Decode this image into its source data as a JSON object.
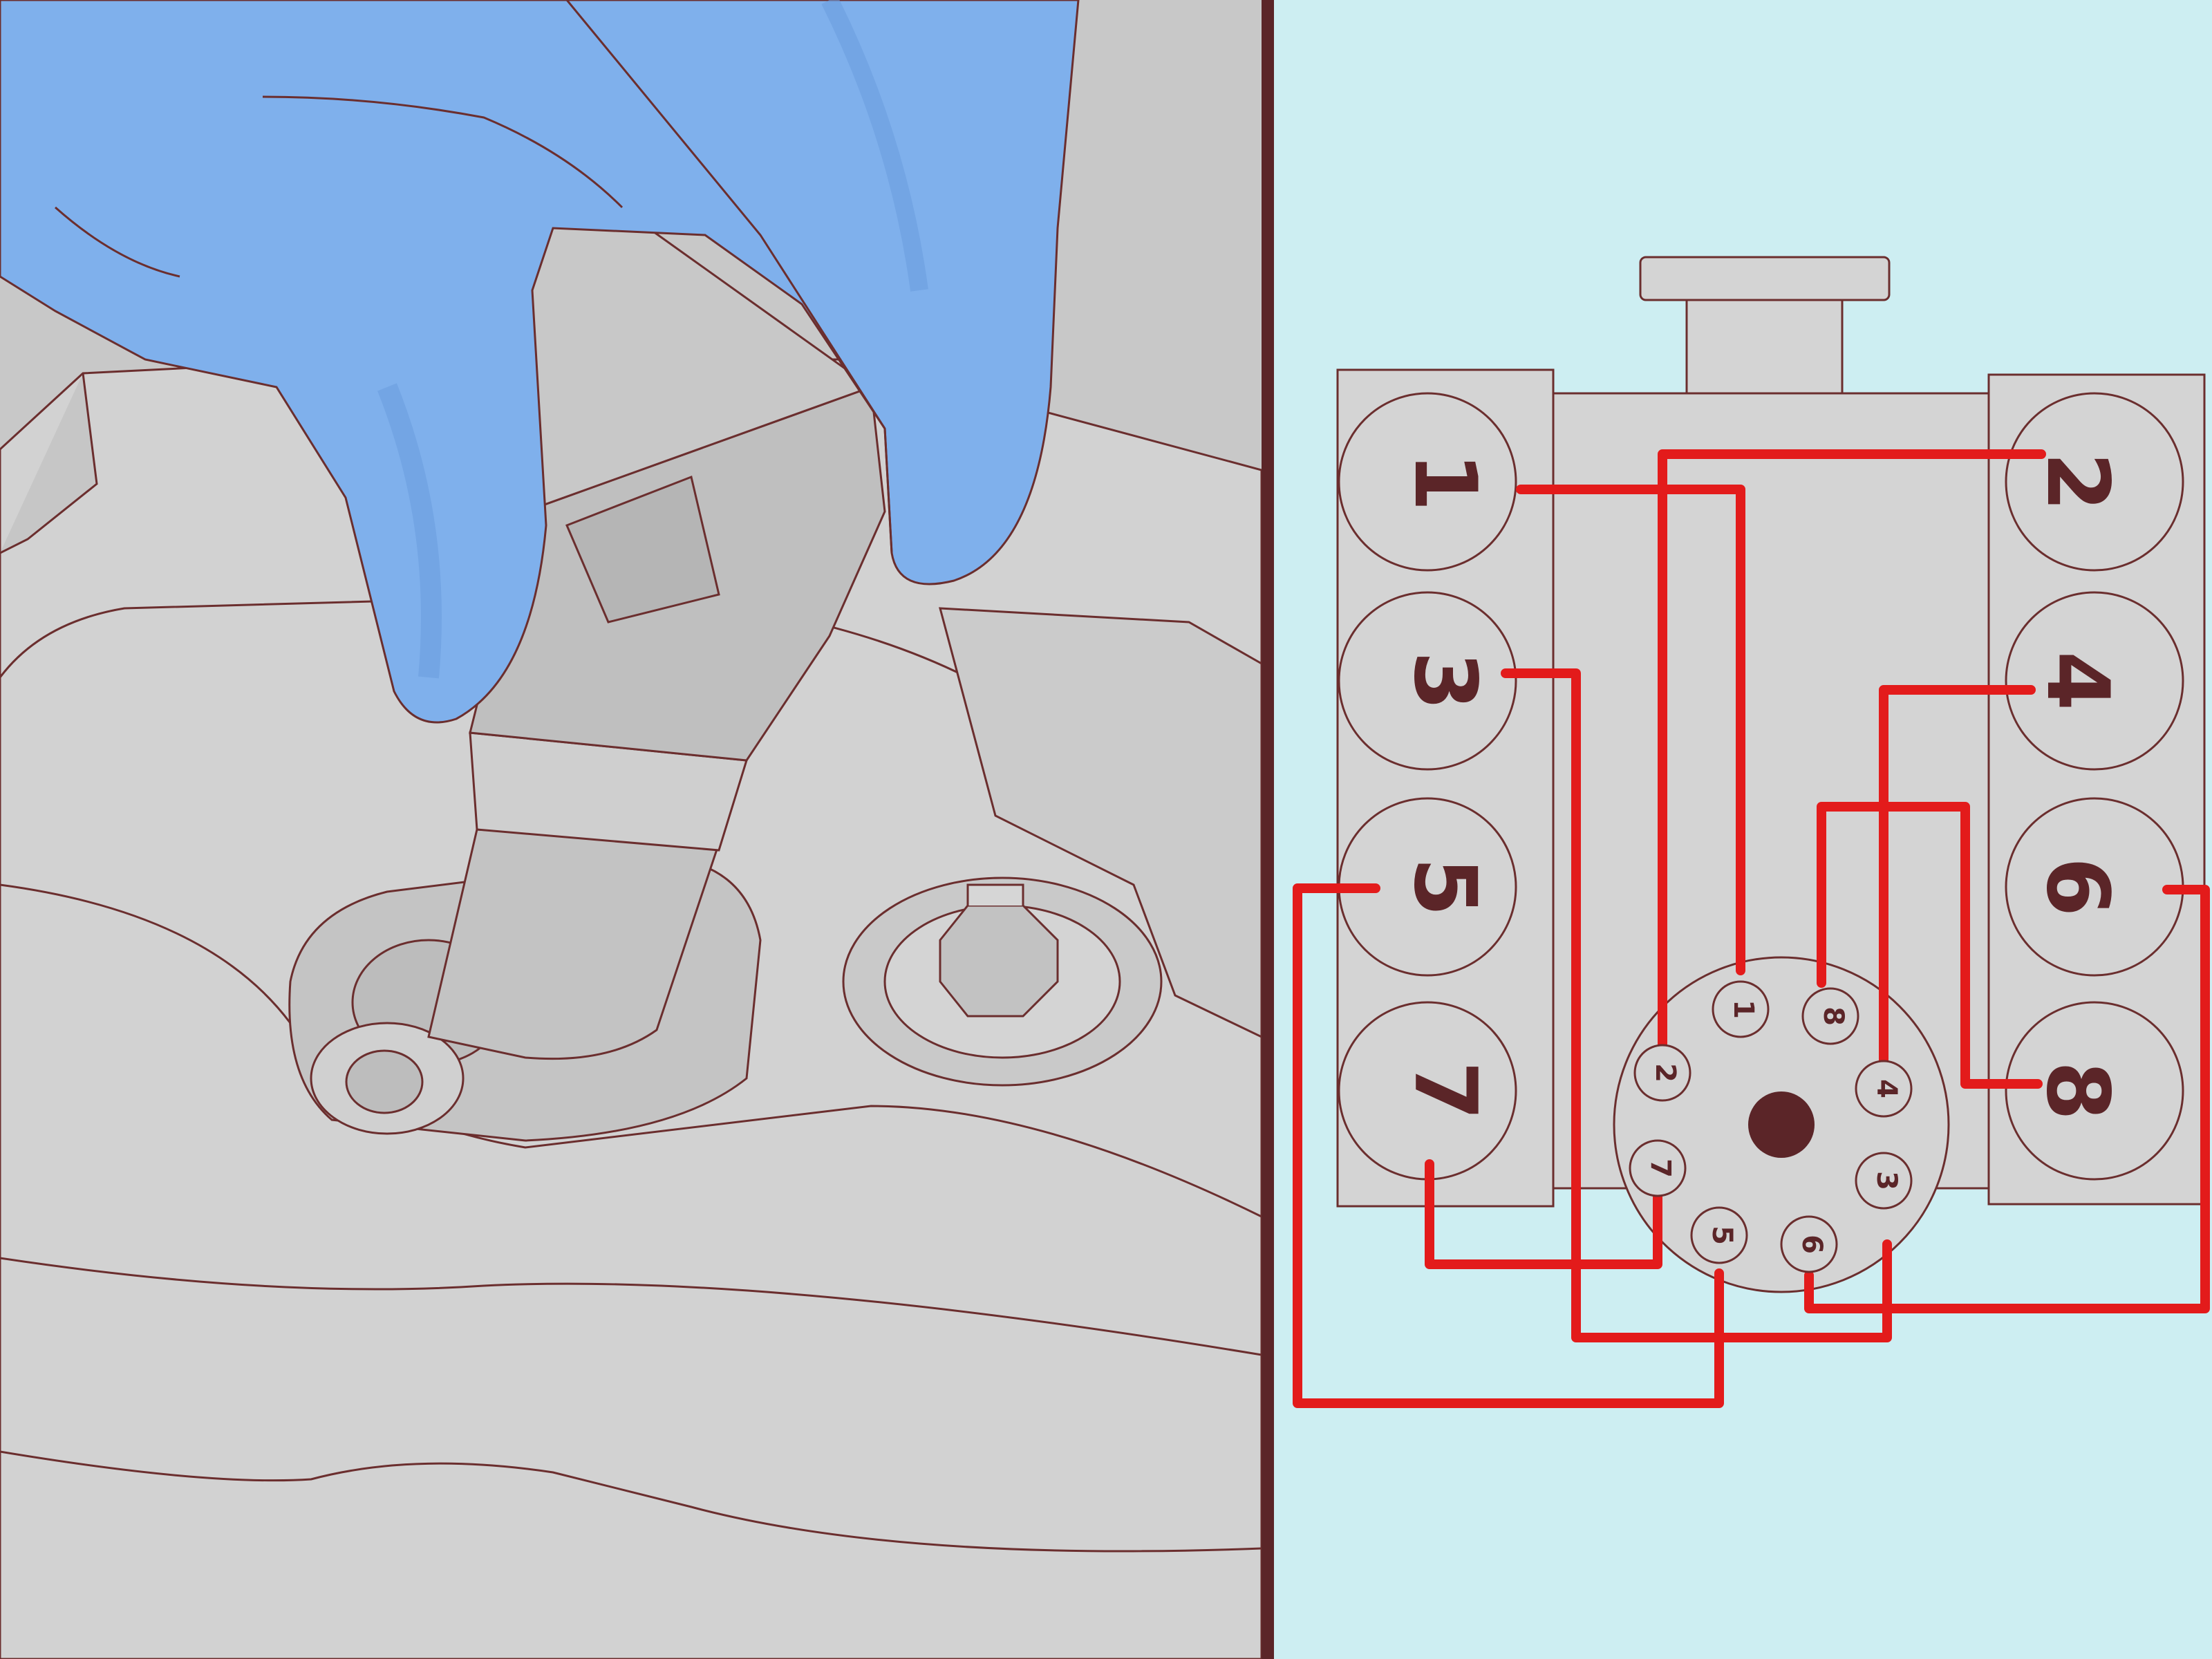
{
  "colors": {
    "left_bg": "#c8c8c8",
    "right_bg": "#cdeef2",
    "glove": "#7fb0ec",
    "glove_dark": "#6b9fe0",
    "engine_block": "#d4d4d4",
    "outline": "#6b2e2e",
    "wire": "#e31b1b",
    "label": "#5b2528",
    "divider": "#5b2528"
  },
  "left_panel": {
    "icons": [
      "gloved-hand-icon",
      "spark-plug-wire-icon",
      "hex-bolt-icon"
    ]
  },
  "diagram": {
    "left_bank": [
      "1",
      "3",
      "5",
      "7"
    ],
    "right_bank": [
      "2",
      "4",
      "6",
      "8"
    ],
    "distributor_terminals": [
      "1",
      "8",
      "4",
      "3",
      "6",
      "5",
      "7",
      "2"
    ]
  }
}
